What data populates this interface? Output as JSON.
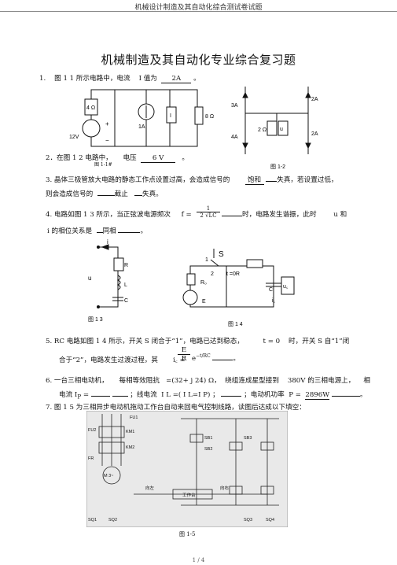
{
  "header": "机械设计制造及其自动化综合测试卷试题",
  "title": "机械制造及其自动化专业综合复习题",
  "q1": {
    "num": "1.",
    "text": "图 1 1 所示电路中，电流",
    "var": "I 值为",
    "answer": "2A",
    "tail": "。"
  },
  "fig11": {
    "r1": "4 Ω",
    "r2": "8 Ω",
    "src_i": "I",
    "src_a": "1A",
    "src_v": "12V",
    "plus": "+",
    "minus": "−"
  },
  "fig12": {
    "a1": "3A",
    "a2": "2A",
    "a3": "4A",
    "a4": "2A",
    "r": "2 Ω",
    "u": "u",
    "caption": "图 1-2"
  },
  "q2": {
    "text": "2．在图 1 2 电路中，",
    "var": "电压",
    "answer": "6 V",
    "tail": "。",
    "fig_note": "图 1-1#"
  },
  "q3": {
    "line1": "3. 晶体三极管放大电路的静态工作点设置过高，会造成信号的",
    "blank1": "饱和",
    "mid1": "失真，若设置过低，",
    "line2": "则会造成信号的",
    "blank2": "截止",
    "tail2": "失真。"
  },
  "q4": {
    "text": "4. 电路如图 1 3 所示，当正弦波电源频次",
    "f": "f =",
    "num": "1",
    "den": "2 √LC",
    "after": "时，电路发生谐振，此时",
    "u_and": "u 和",
    "line2": "i 的相位关系是",
    "rel": "同相",
    "tail": "。"
  },
  "fig13": {
    "i": "i",
    "u": "u",
    "R": "R",
    "L": "L",
    "C": "C",
    "caption": "图 1 3"
  },
  "fig14": {
    "S": "S",
    "s1": "1",
    "s2": "2",
    "t0": "t =0R",
    "Ro": "R₀",
    "E": "E",
    "C": "C",
    "uc": "u꜀",
    "ic": "i꜀",
    "caption": "图 1 4"
  },
  "q5": {
    "line1a": "5. RC 电路如图 1 4 所示，开关 S 闭合于“1”，电路已达到稳态，",
    "t0": "t = 0",
    "line1b": "时，开关 S 自“1”闭",
    "line2a": "合于“2”，电路发生过渡过程，其",
    "ic": "i꜀",
    "eq": "=",
    "E": "E",
    "R": "R",
    "exp": "e",
    "power": "−t/RC",
    "tail": "。"
  },
  "q6": {
    "line1a": "6. 一台三相电动机，",
    "line1b": "每相等效阻抗",
    "z": "=(32+ j 24) Ω，",
    "line1c": "绕组连成星型接到",
    "volt": "380V 的三相电源上，",
    "line1d": "相",
    "line2a": "电流 I",
    "p": "P",
    "eq": "=",
    "line2b": "；线电流",
    "il": "I L",
    "sym": "=(",
    "line2c": "I L=I P)",
    "line2d": "；",
    "line2e": "；电动机功率",
    "pw": "P =",
    "pw_val": "2896W",
    "tail": "。"
  },
  "q7": {
    "text": "7. 图 1 5 为三相异步电动机拖动工作台自动来回电气控制线路，读图后达成以下填空：",
    "caption": "图 1-5",
    "labels": [
      "FU1",
      "FU2",
      "KM1",
      "KM2",
      "FR",
      "SB1",
      "SB2",
      "SB3",
      "SQ1",
      "SQ2",
      "SQ3",
      "SQ4",
      "向左",
      "向右",
      "工作台",
      "M 3~"
    ]
  },
  "footer": "1 / 4"
}
